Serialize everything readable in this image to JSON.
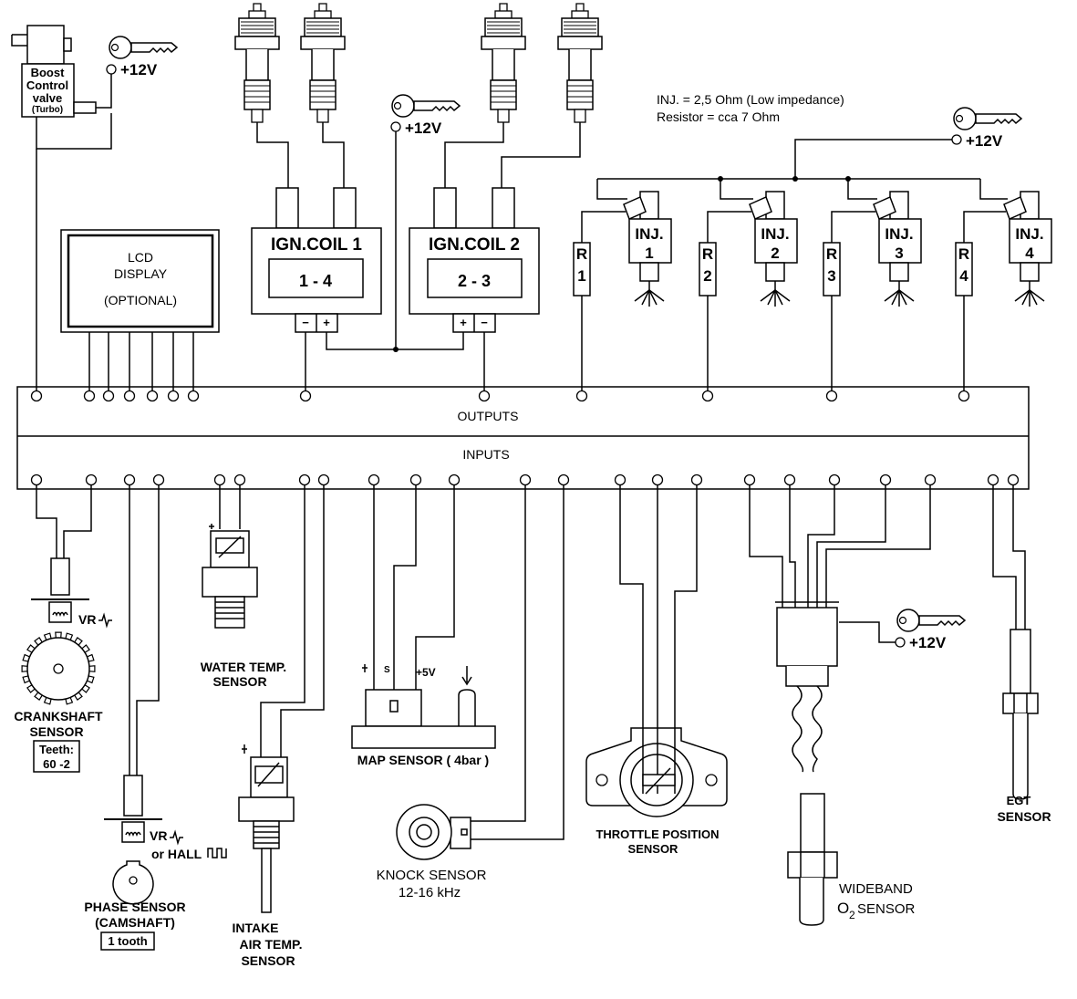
{
  "ecu": {
    "outputs_label": "OUTPUTS",
    "inputs_label": "INPUTS"
  },
  "power_label": "+12V",
  "boost_valve": {
    "line1": "Boost",
    "line2": "Control",
    "line3": "valve",
    "line4": "(Turbo)"
  },
  "lcd": {
    "line1": "LCD",
    "line2": "DISPLAY",
    "line3": "(OPTIONAL)"
  },
  "coils": [
    {
      "name": "IGN.COIL 1",
      "cyl": "1 - 4",
      "t1": "−",
      "t2": "+"
    },
    {
      "name": "IGN.COIL 2",
      "cyl": "2 - 3",
      "t1": "+",
      "t2": "−"
    }
  ],
  "injector_note": {
    "line1": "INJ. = 2,5 Ohm  (Low impedance)",
    "line2": "Resistor = cca 7 Ohm"
  },
  "injectors": [
    {
      "label": "INJ.",
      "num": "1",
      "res_letter": "R",
      "res_num": "1"
    },
    {
      "label": "INJ.",
      "num": "2",
      "res_letter": "R",
      "res_num": "2"
    },
    {
      "label": "INJ.",
      "num": "3",
      "res_letter": "R",
      "res_num": "3"
    },
    {
      "label": "INJ.",
      "num": "4",
      "res_letter": "R",
      "res_num": "4"
    }
  ],
  "crank": {
    "line1": "CRANKSHAFT",
    "line2": "SENSOR",
    "teeth1": "Teeth:",
    "teeth2": "60 -2",
    "vr": "VR"
  },
  "phase": {
    "line1": "PHASE SENSOR",
    "line2": "(CAMSHAFT)",
    "tooth": "1 tooth",
    "vr": "VR",
    "hall": "or HALL"
  },
  "water": {
    "line1": "WATER TEMP.",
    "line2": "SENSOR"
  },
  "intake": {
    "line1": "INTAKE",
    "line2": "AIR TEMP.",
    "line3": "SENSOR"
  },
  "map": {
    "label": "MAP SENSOR  ( 4bar )",
    "s": "S",
    "v5": "+5V"
  },
  "knock": {
    "line1": "KNOCK SENSOR",
    "line2": "12-16 kHz"
  },
  "tps": {
    "line1": "THROTTLE POSITION",
    "line2": "SENSOR"
  },
  "wideband": {
    "line1": "WIDEBAND",
    "o": "O",
    "sub": "2",
    "rest": "SENSOR"
  },
  "egt": {
    "line1": "EGT",
    "line2": "SENSOR"
  },
  "colors": {
    "line": "#000000",
    "background": "#ffffff",
    "shade": "#d8d8d8"
  },
  "icons": [
    "key-icon",
    "spark-plug-icon",
    "ground-icon",
    "resistor-icon",
    "injector-icon"
  ]
}
